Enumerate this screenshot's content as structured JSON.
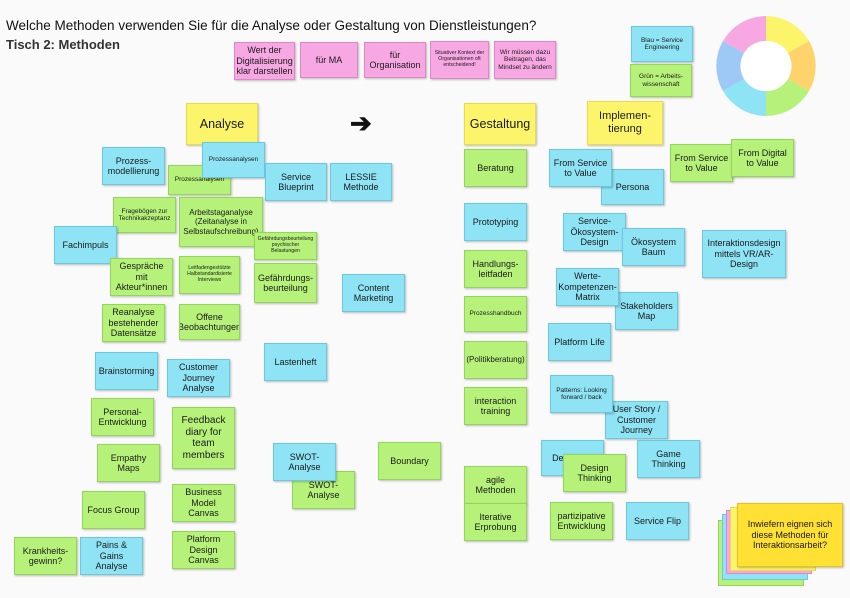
{
  "board": {
    "question": "Welche Methoden verwenden Sie für die Analyse oder Gestaltung von Dienstleistungen?",
    "table_label": "Tisch 2: Methoden",
    "arrow_glyph": "➔"
  },
  "legend": {
    "blue": "Blau = Service Engineering",
    "green": "Grün = Arbeits-wissenschaft"
  },
  "headers": {
    "analyse": "Analyse",
    "gestaltung": "Gestaltung",
    "implementierung": "Implemen-tierung"
  },
  "pink_notes": [
    "Wert der Digitalisierung klar darstellen",
    "für MA",
    "für Organisation",
    "Situativer Kontext der Organisationen oft entscheidend!",
    "Wir müssen dazu Beitragen, das Mindset zu ändern"
  ],
  "analyse_notes": {
    "prozessmodellierung": "Prozess-modellierung",
    "prozessanalysen_blue": "Prozessanalysen",
    "prozessanalysen_green": "Prozessanalysen",
    "service_blueprint": "Service Blueprint",
    "lessie": "LESSIE Methode",
    "frageboegen": "Fragebögen zur Technikakzeptanz",
    "arbeitstaganalyse": "Arbeitstaganalyse (Zeitanalyse in Selbstaufschreibung)",
    "fachimpuls": "Fachimpuls",
    "gefaehrdung_small": "Gefährdungsbeurteilung psychischer Belastungen",
    "gespraeche": "Gespräche mit Akteur*innen",
    "leitfaden_interviews": "Leitfadengestützte Halbstandardisierte Interviews",
    "gefaehrdungsbeurteilung": "Gefährdungs-beurteilung",
    "content_marketing": "Content Marketing",
    "reanalyse": "Reanalyse bestehender Datensätze",
    "offene_beobachtungen": "Offene Beobachtungen",
    "lastenheft": "Lastenheft",
    "brainstorming": "Brainstorming",
    "customer_journey": "Customer Journey Analyse",
    "personalentwicklung": "Personal-Entwicklung",
    "feedback_diary": "Feedback diary for team members",
    "empathy_maps": "Empathy Maps",
    "swot_blue": "SWOT-Analyse",
    "swot_green": "SWOT-Analyse",
    "boundary": "Boundary",
    "focus_group": "Focus Group",
    "business_model": "Business Model Canvas",
    "krankheitsgewinn": "Krankheits-gewinn?",
    "pains_gains": "Pains & Gains Analyse",
    "platform_design": "Platform Design Canvas"
  },
  "gestaltung_notes": {
    "beratung": "Beratung",
    "prototyping": "Prototyping",
    "handlungsleitfaden": "Handlungs-leitfaden",
    "prozesshandbuch": "Prozesshandbuch",
    "politikberatung": "(Politikberatung)",
    "interaction_training": "interaction training",
    "agile": "agile Methoden",
    "iterative": "Iterative Erprobung"
  },
  "impl_notes": {
    "from_service_blue": "From Service to Value",
    "persona": "Persona",
    "from_service_green": "From Service to Value",
    "from_digital": "From Digital to Value",
    "service_oekosystem": "Service-Ökosystem-Design",
    "oekosystem_baum": "Ökosystem Baum",
    "interaktionsdesign": "Interaktionsdesign mittels VR/AR-Design",
    "werte_matrix": "Werte-Kompetenzen-Matrix",
    "stakeholders": "Stakeholders Map",
    "platform_life": "Platform Life",
    "patterns": "Patterns: Looking forward / back",
    "user_story": "User Story / Customer Journey",
    "design_thinking_blue": "Design Th",
    "design_thinking_green": "Design Thinking",
    "game_thinking": "Game Thinking",
    "partizipative": "partizipative Entwicklung",
    "service_flip": "Service Flip"
  },
  "question_note": "Inwiefern eignen sich diese Methoden für Interaktionsarbeit?",
  "colors": {
    "blue": "#8ee3f5",
    "green": "#b6f27a",
    "pink": "#f7a8e2",
    "yellow": "#fcf56b"
  }
}
